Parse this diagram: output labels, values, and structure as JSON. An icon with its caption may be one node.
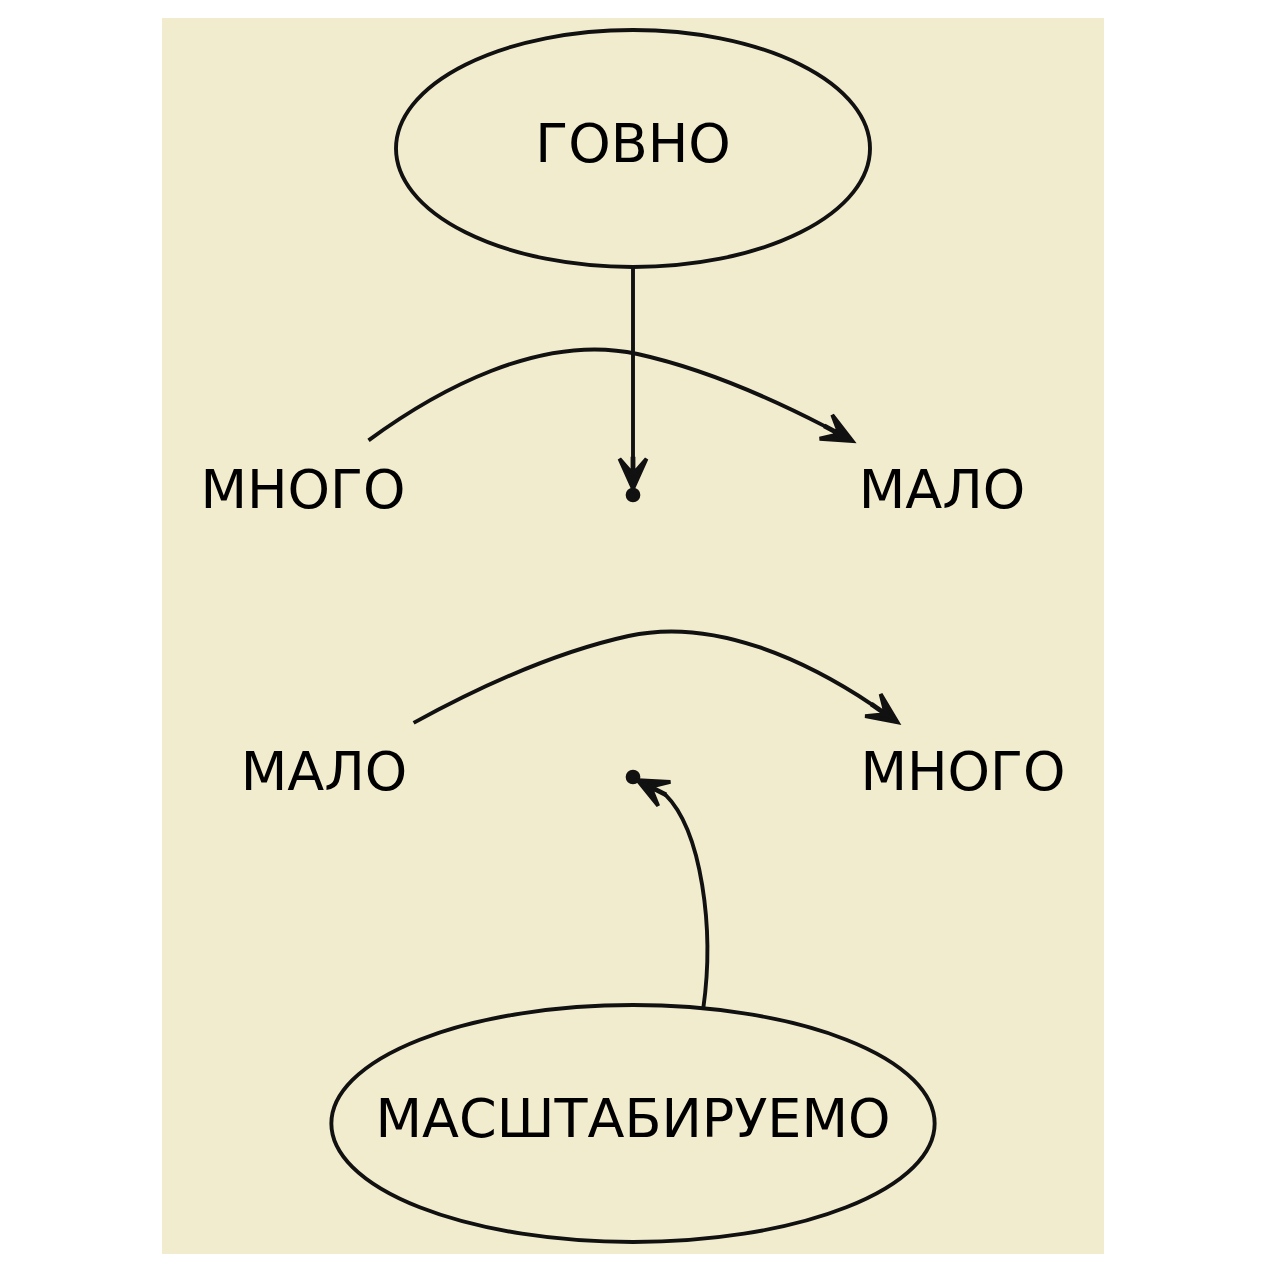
{
  "diagram": {
    "nodes": [
      {
        "text": [
          "ГОВНО"
        ]
      },
      {
        "text": [
          "МНОГО"
        ]
      },
      {
        "text": [
          "МАЛО"
        ]
      },
      {
        "text": [
          "МАЛО"
        ]
      },
      {
        "text": [
          "МНОГО"
        ]
      },
      {
        "text": [
          "МАСШТАБИРУЕМО"
        ]
      }
    ],
    "edges": [
      {
        "from": 0,
        "to": null,
        "arrow": "to"
      },
      {
        "from": 1,
        "to": 2,
        "arrow": "to"
      },
      {
        "from": 3,
        "to": 4,
        "arrow": "to"
      },
      {
        "from": 5,
        "to": null,
        "arrow": "to"
      }
    ]
  }
}
